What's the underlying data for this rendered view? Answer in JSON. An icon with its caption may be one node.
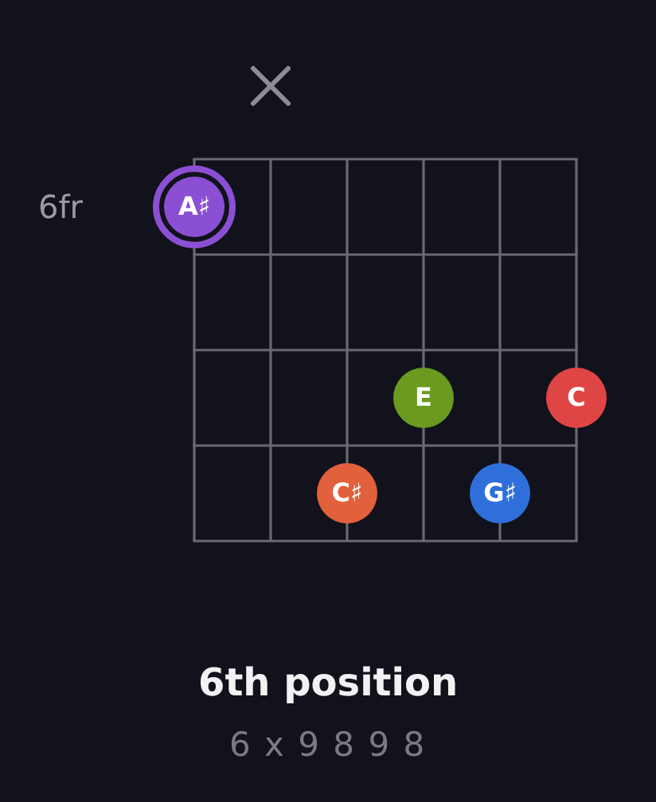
{
  "diagram": {
    "title": "6th position",
    "nodes": [
      {
        "text": [
          "A♯"
        ]
      },
      {
        "text": [
          "E"
        ]
      },
      {
        "text": [
          "C"
        ]
      },
      {
        "text": [
          "C♯"
        ]
      },
      {
        "text": [
          "G♯"
        ]
      }
    ],
    "labels": [
      "6fr",
      "6 x 9 8 9 8"
    ]
  }
}
